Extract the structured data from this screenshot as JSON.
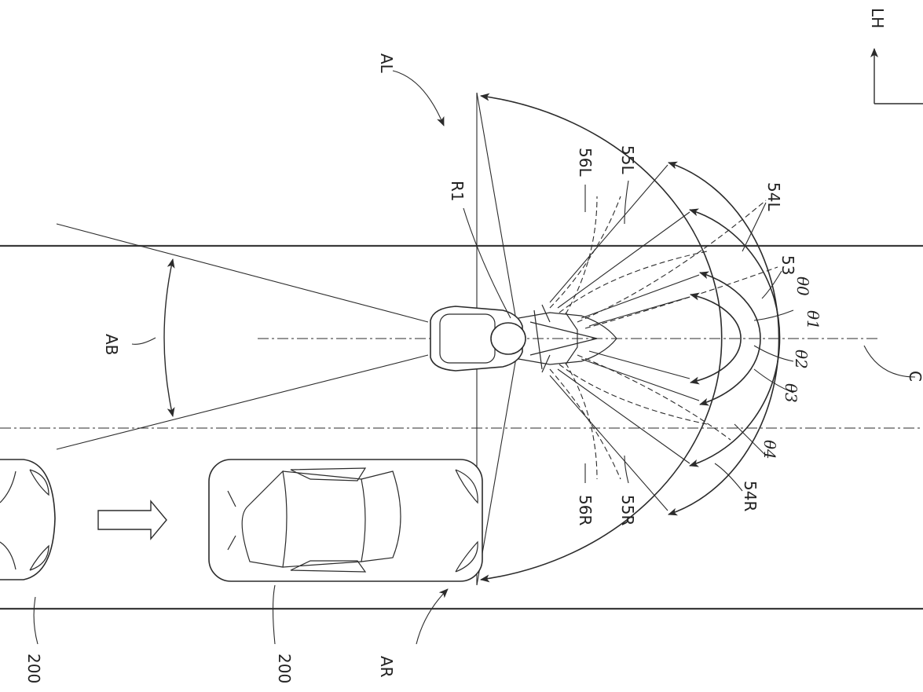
{
  "labels": {
    "AL": "AL",
    "AR": "AR",
    "AB": "AB",
    "R1": "R1",
    "C": "C",
    "LH": "LH",
    "car_near": "200",
    "car_far": "200",
    "l53": "53",
    "l54L": "54L",
    "l54R": "54R",
    "l55L": "55L",
    "l55R": "55R",
    "l56L": "56L",
    "l56R": "56R"
  },
  "angles": {
    "t0": "θ0",
    "t1": "θ1",
    "t2": "θ2",
    "t3": "θ3",
    "t4": "θ4"
  }
}
